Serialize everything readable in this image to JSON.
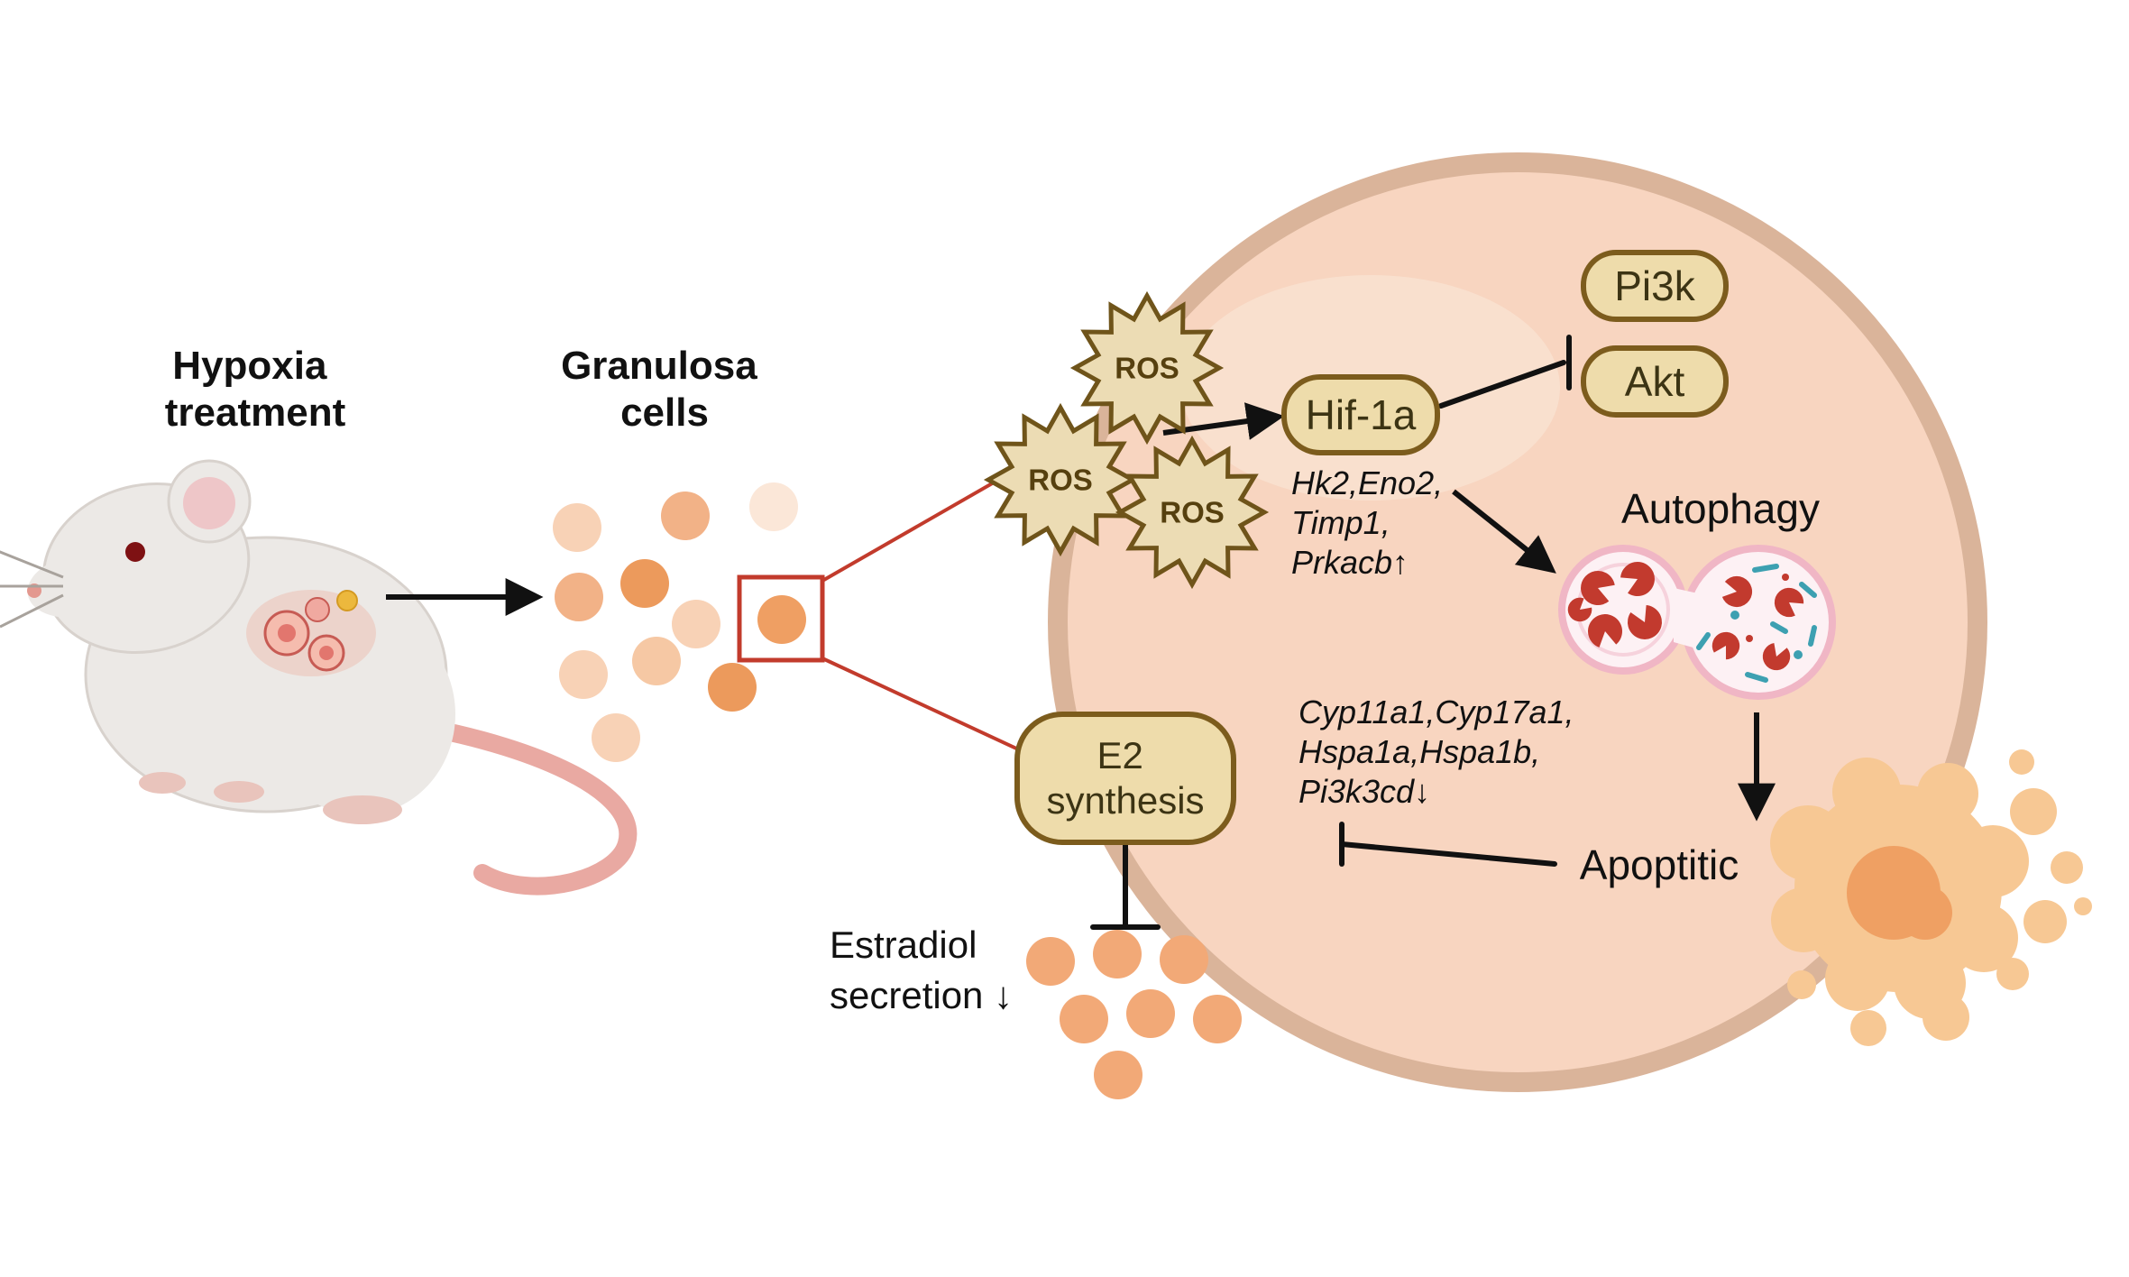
{
  "figure": {
    "hypoxia_label": {
      "line1": "Hypoxia",
      "line2": "treatment"
    },
    "granulosa_label": {
      "line1": "Granulosa",
      "line2": "cells"
    },
    "ros_label": "ROS",
    "nodes": {
      "hif1a": "Hif-1a",
      "pi3k": "Pi3k",
      "akt": "Akt",
      "e2_line1": "E2",
      "e2_line2": "synthesis"
    },
    "process_labels": {
      "autophagy": "Autophagy",
      "apoptotic": "Apoptitic"
    },
    "genes_upregulated": {
      "line1": "Hk2,Eno2,",
      "line2": "Timp1,",
      "line3": "Prkacb↑"
    },
    "genes_downregulated": {
      "line1": "Cyp11a1,Cyp17a1,",
      "line2": "Hspa1a,Hspa1b,",
      "line3": "Pi3k3cd↓"
    },
    "estradiol_label": {
      "line1": "Estradiol",
      "line2": "secretion ↓"
    }
  },
  "colors": {
    "cell_fill": "#f8d5c0",
    "cell_stroke": "#dab49a",
    "cell_highlight": "#fae3d3",
    "node_fill": "#eedcab",
    "node_stroke": "#7c5c1d",
    "node_text": "#3c3414",
    "ros_fill": "#ecdcb4",
    "ros_stroke": "#6f541a",
    "highlight_red": "#c23b2c",
    "arrow": "#111111",
    "granulosa_light": "#f8d2b6",
    "granulosa_medium": "#f2b287",
    "granulosa_dark": "#ec9a5c",
    "autophagosome_outline": "#f0b6c5",
    "pacman_red": "#c23a2e",
    "teal": "#3da0b1",
    "apoptotic_body": "#f7c894",
    "apoptotic_core": "#efa063"
  }
}
